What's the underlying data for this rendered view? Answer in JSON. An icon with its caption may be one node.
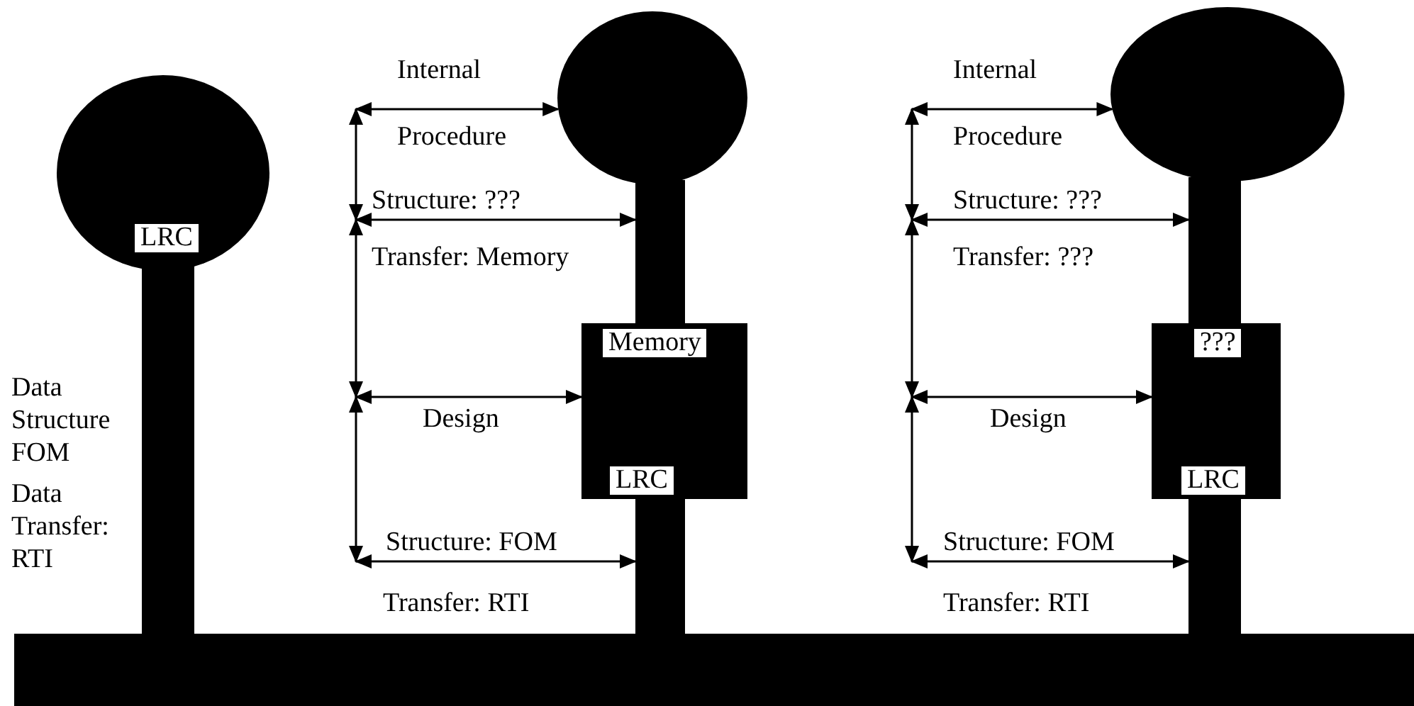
{
  "diagram": {
    "nodes": [
      {
        "text": [
          "LRC"
        ]
      },
      {
        "text": [],
        "shape": "bar"
      },
      {
        "text": [],
        "shape": "circle"
      },
      {
        "text": [],
        "shape": "bar"
      },
      {
        "text": [
          "Memory",
          "LRC"
        ]
      },
      {
        "text": [],
        "shape": "bar"
      },
      {
        "text": [],
        "shape": "circle"
      },
      {
        "text": [],
        "shape": "bar"
      },
      {
        "text": [
          "???",
          "LRC"
        ]
      },
      {
        "text": [],
        "shape": "bar"
      },
      {
        "text": [],
        "shape": "bar"
      }
    ],
    "edges": [
      {
        "from": null,
        "to": 2,
        "arrow": "both",
        "label": "Internal"
      },
      {
        "from": null,
        "to": 3,
        "arrow": "both",
        "label": "Structure: ???"
      },
      {
        "from": null,
        "to": 4,
        "arrow": "both",
        "label": "Design"
      },
      {
        "from": null,
        "to": 5,
        "arrow": "both",
        "label": "Structure: FOM"
      },
      {
        "from": null,
        "to": 6,
        "arrow": "both",
        "label": "Internal"
      },
      {
        "from": null,
        "to": 7,
        "arrow": "both",
        "label": "Structure: ???"
      },
      {
        "from": null,
        "to": 8,
        "arrow": "both",
        "label": "Design"
      },
      {
        "from": null,
        "to": 9,
        "arrow": "both",
        "label": "Structure: FOM"
      }
    ],
    "labels": [
      "Data Structure FOM",
      "Data Transfer: RTI",
      "Procedure",
      "Transfer: Memory",
      "Transfer: RTI",
      "Procedure",
      "Transfer: ???",
      "Transfer: RTI"
    ]
  }
}
